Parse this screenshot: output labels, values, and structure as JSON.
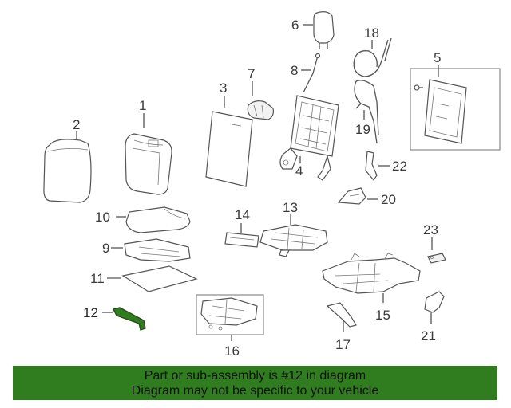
{
  "diagram": {
    "callouts": {
      "c1": "1",
      "c2": "2",
      "c3": "3",
      "c4": "4",
      "c5": "5",
      "c6": "6",
      "c7": "7",
      "c8": "8",
      "c9": "9",
      "c10": "10",
      "c11": "11",
      "c12": "12",
      "c13": "13",
      "c14": "14",
      "c15": "15",
      "c16": "16",
      "c17": "17",
      "c18": "18",
      "c19": "19",
      "c20": "20",
      "c21": "21",
      "c22": "22",
      "c23": "23"
    },
    "highlighted_part": "12",
    "highlight_color": "#2f7d1e"
  },
  "banner": {
    "line1": "Part or sub-assembly is #12 in diagram",
    "line2": "Diagram may not be specific to your vehicle",
    "background": "#2f7d1e"
  }
}
